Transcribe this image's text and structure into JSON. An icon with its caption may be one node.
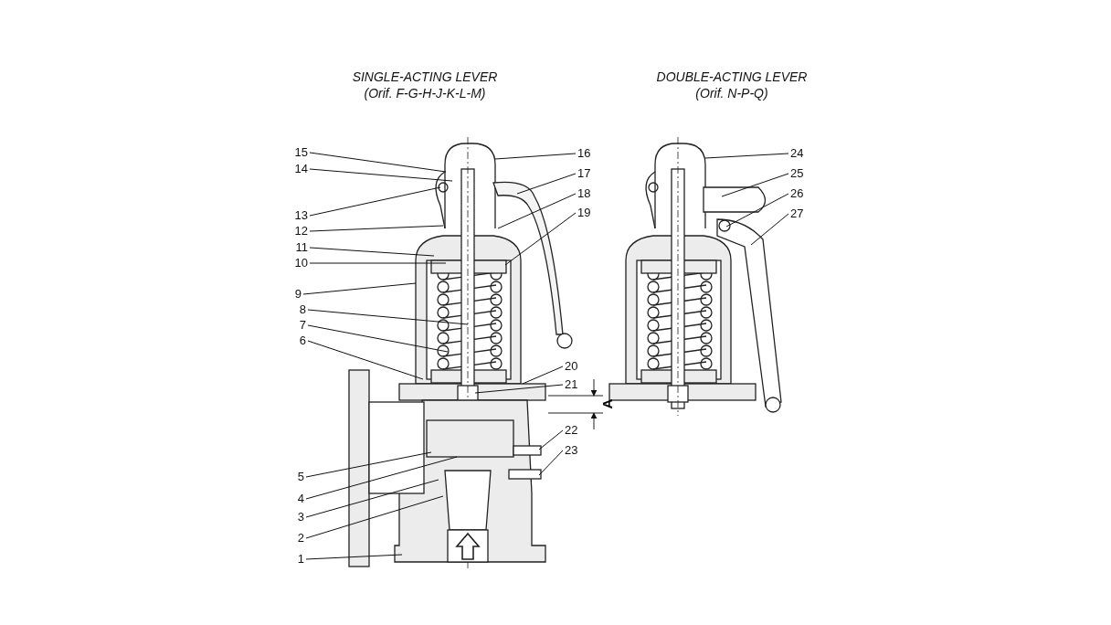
{
  "diagram": {
    "nodes": [
      {
        "text": [
          "15"
        ]
      },
      {
        "text": [
          "14"
        ]
      },
      {
        "text": [
          "13"
        ]
      },
      {
        "text": [
          "12"
        ]
      },
      {
        "text": [
          "11"
        ]
      },
      {
        "text": [
          "10"
        ]
      },
      {
        "text": [
          "9"
        ]
      },
      {
        "text": [
          "8"
        ]
      },
      {
        "text": [
          "7"
        ]
      },
      {
        "text": [
          "6"
        ]
      },
      {
        "text": [
          "5"
        ]
      },
      {
        "text": [
          "4"
        ]
      },
      {
        "text": [
          "3"
        ]
      },
      {
        "text": [
          "2"
        ]
      },
      {
        "text": [
          "1"
        ]
      },
      {
        "text": [
          "16"
        ]
      },
      {
        "text": [
          "17"
        ]
      },
      {
        "text": [
          "18"
        ]
      },
      {
        "text": [
          "19"
        ]
      },
      {
        "text": [
          "20"
        ]
      },
      {
        "text": [
          "21"
        ]
      },
      {
        "text": [
          "22"
        ]
      },
      {
        "text": [
          "23"
        ]
      },
      {
        "text": [
          "24"
        ]
      },
      {
        "text": [
          "25"
        ]
      },
      {
        "text": [
          "26"
        ]
      },
      {
        "text": [
          "27"
        ]
      }
    ],
    "edges": [
      {
        "from": 0,
        "to": null,
        "arrow": "none"
      },
      {
        "from": 1,
        "to": null,
        "arrow": "none"
      },
      {
        "from": 2,
        "to": null,
        "arrow": "none"
      },
      {
        "from": 3,
        "to": null,
        "arrow": "none"
      },
      {
        "from": 4,
        "to": null,
        "arrow": "none"
      },
      {
        "from": 5,
        "to": null,
        "arrow": "none"
      },
      {
        "from": 6,
        "to": null,
        "arrow": "none"
      },
      {
        "from": 7,
        "to": null,
        "arrow": "none"
      },
      {
        "from": 8,
        "to": null,
        "arrow": "none"
      },
      {
        "from": 9,
        "to": null,
        "arrow": "none"
      },
      {
        "from": 10,
        "to": null,
        "arrow": "none"
      },
      {
        "from": 11,
        "to": null,
        "arrow": "none"
      },
      {
        "from": 12,
        "to": null,
        "arrow": "none"
      },
      {
        "from": 13,
        "to": null,
        "arrow": "none"
      },
      {
        "from": 14,
        "to": null,
        "arrow": "none"
      },
      {
        "from": 15,
        "to": null,
        "arrow": "none"
      },
      {
        "from": 16,
        "to": null,
        "arrow": "none"
      },
      {
        "from": 17,
        "to": null,
        "arrow": "none"
      },
      {
        "from": 18,
        "to": null,
        "arrow": "none"
      },
      {
        "from": 19,
        "to": null,
        "arrow": "none"
      },
      {
        "from": 20,
        "to": null,
        "arrow": "none"
      },
      {
        "from": 21,
        "to": null,
        "arrow": "none"
      },
      {
        "from": 22,
        "to": null,
        "arrow": "none"
      },
      {
        "from": 23,
        "to": null,
        "arrow": "none"
      },
      {
        "from": 24,
        "to": null,
        "arrow": "none"
      },
      {
        "from": 25,
        "to": null,
        "arrow": "none"
      },
      {
        "from": 26,
        "to": null,
        "arrow": "none"
      }
    ],
    "labels": [
      "SINGLE-ACTING LEVER",
      "(Orif. F-G-H-J-K-L-M)",
      "DOUBLE-ACTING LEVER",
      "(Orif. N-P-Q)",
      "A"
    ]
  }
}
